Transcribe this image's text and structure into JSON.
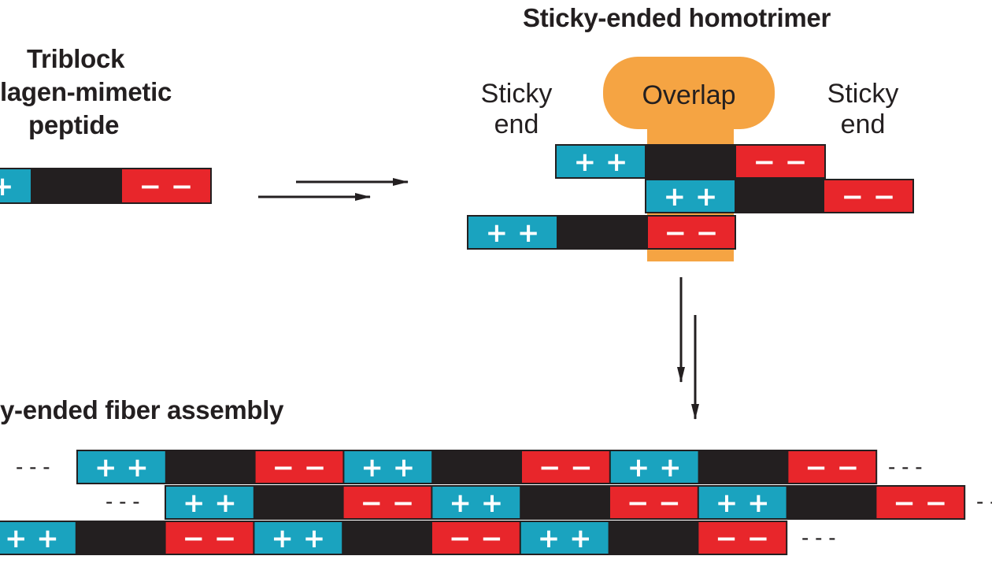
{
  "labels": {
    "triblock_line1": "Triblock",
    "triblock_line2": "lagen-mimetic",
    "triblock_line3": "peptide",
    "homotrimer_title": "Sticky-ended homotrimer",
    "sticky_end_left_1": "Sticky",
    "sticky_end_left_2": "end",
    "sticky_end_right_1": "Sticky",
    "sticky_end_right_2": "end",
    "overlap": "Overlap",
    "fiber_title": "y-ended fiber assembly"
  },
  "signs": {
    "positive": "+ +",
    "negative": "− −",
    "continuation": "- - -"
  },
  "colors": {
    "positive": "#1aa3bf",
    "negative": "#e8262b",
    "neutral": "#231f20",
    "overlap": "#f5a443",
    "outline": "#231f20"
  }
}
